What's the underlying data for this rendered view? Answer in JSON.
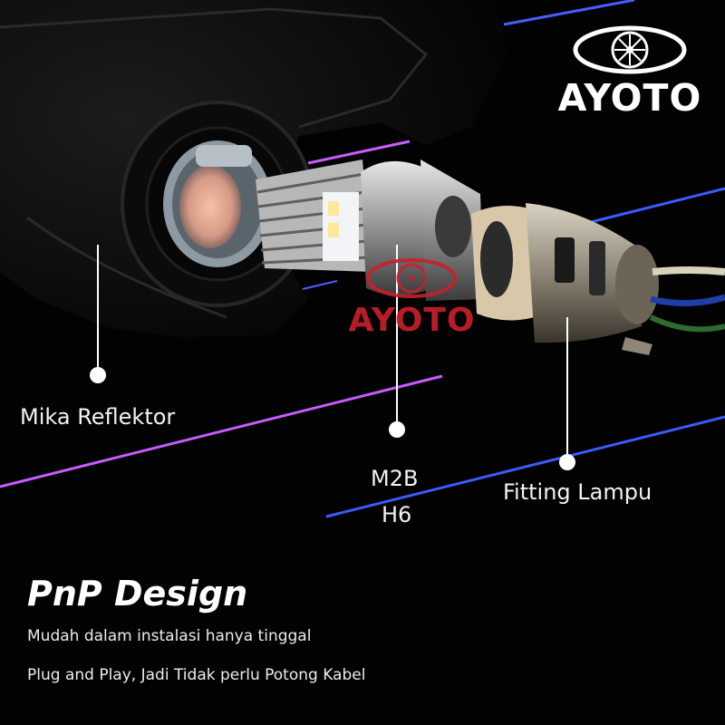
{
  "brand": {
    "name": "AYOTO",
    "logo_icon": "eye-wheel-logo-icon",
    "watermark_text": "AYOTO"
  },
  "callouts": {
    "reflector": "Mika Reflektor",
    "bulb_line1": "M2B",
    "bulb_line2": "H6",
    "socket": "Fitting Lampu"
  },
  "feature": {
    "title": "PnP Design",
    "line1": "Mudah dalam instalasi hanya tinggal",
    "line2": "Plug and Play, Jadi Tidak perlu Potong Kabel"
  },
  "colors": {
    "background": "#020203",
    "text": "#ffffff",
    "watermark_red": "#c8202a",
    "streak_purple": "#c85cff",
    "streak_blue": "#3a5cff"
  }
}
